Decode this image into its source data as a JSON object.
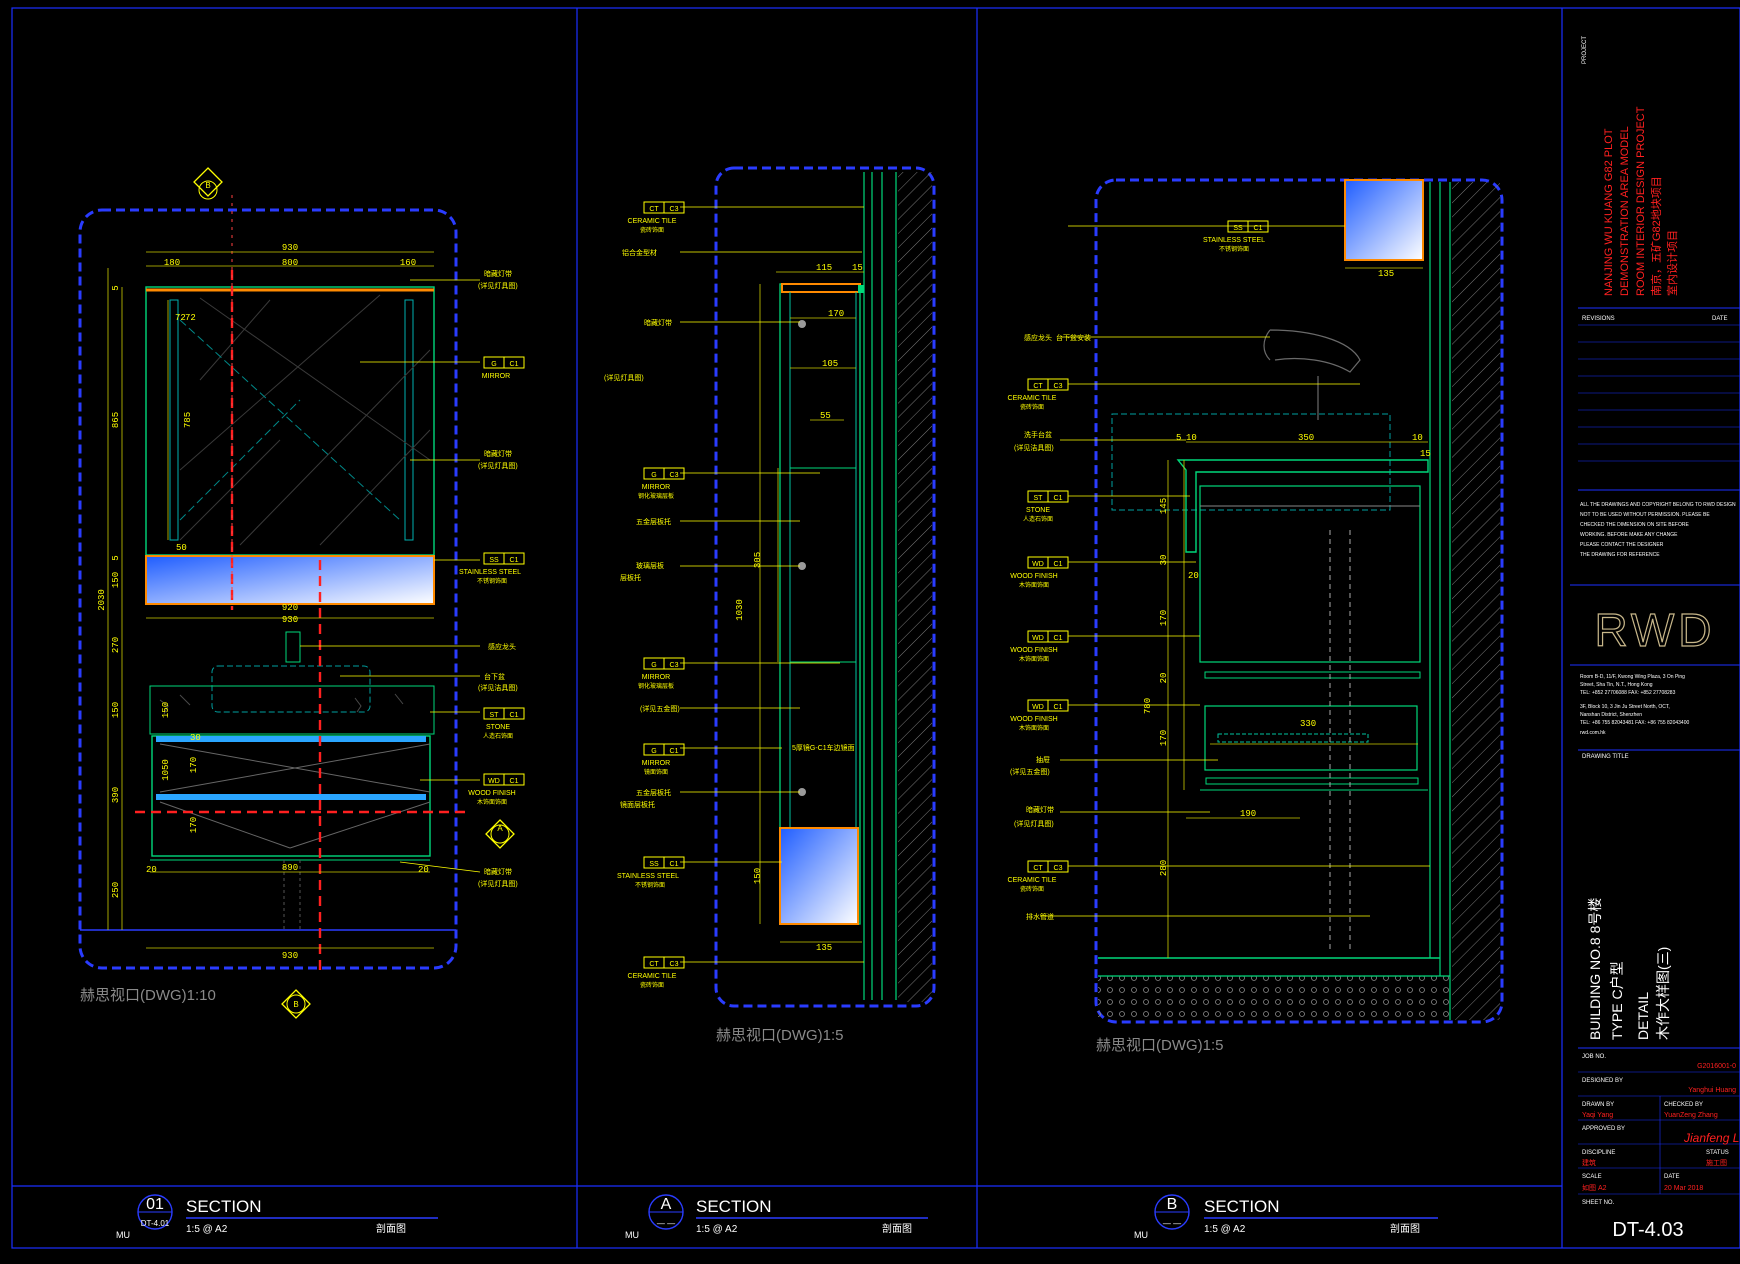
{
  "views": {
    "v01": {
      "viewport_label": "赫思视口(DWG)1:10",
      "dims": {
        "top_total": "930",
        "top_a": "180",
        "top_b": "800",
        "top_c": "160",
        "mirror_inner": "920",
        "basin_w": "930",
        "cab_w": "890",
        "bottom_total": "930",
        "left_total": "2030",
        "mirror_h": "865",
        "mirror_sub": "785",
        "g1": "5",
        "g2": "150",
        "g3": "5",
        "g4": "270",
        "g5": "150",
        "g6": "390",
        "g7": "250",
        "cab_a": "150",
        "cab_b": "1050",
        "cab_c": "170",
        "cab_d": "170",
        "side_a": "72",
        "side_b": "72",
        "m50": "50",
        "s20a": "20",
        "s20b": "20",
        "s30": "30"
      },
      "tags": [
        {
          "code": "G",
          "num": "C1",
          "name": "MIRROR"
        },
        {
          "code": "SS",
          "num": "C1",
          "name": "STAINLESS STEEL",
          "cn": "不锈钢饰面"
        },
        {
          "code": "ST",
          "num": "C1",
          "name": "STONE",
          "cn": "人造石饰面"
        },
        {
          "code": "WD",
          "num": "C1",
          "name": "WOOD FINISH",
          "cn": "木饰面饰面"
        }
      ],
      "notes": [
        "暗藏灯带",
        "(详见灯具图)",
        "暗藏灯带",
        "(详见灯具图)",
        "感应龙头",
        "台下盆",
        "(详见洁具图)",
        "暗藏灯带",
        "(详见灯具图)"
      ],
      "section_marks": [
        "A",
        "B"
      ]
    },
    "vA": {
      "viewport_label": "赫思视口(DWG)1:5",
      "dims": {
        "d115": "115",
        "d15": "15",
        "d170": "170",
        "d105": "105",
        "d55": "55",
        "d305": "305",
        "d1030": "1030",
        "d150": "150",
        "d135": "135"
      },
      "tags": [
        {
          "code": "CT",
          "num": "C3",
          "name": "CERAMIC TILE",
          "cn": "瓷砖饰面"
        },
        {
          "code": "G",
          "num": "C3",
          "name": "MIRROR",
          "cn": "钢化玻璃层板"
        },
        {
          "code": "G",
          "num": "C3",
          "name": "MIRROR",
          "cn": "钢化玻璃层板"
        },
        {
          "code": "G",
          "num": "C1",
          "name": "MIRROR",
          "cn": "镜面饰面"
        },
        {
          "code": "SS",
          "num": "C1",
          "name": "STAINLESS STEEL",
          "cn": "不锈钢饰面"
        },
        {
          "code": "CT",
          "num": "C3",
          "name": "CERAMIC TILE",
          "cn": "瓷砖饰面"
        }
      ],
      "notes": [
        "铝合金型材",
        "暗藏灯带",
        "(详见灯具图)",
        "五金层板托",
        "玻璃层板",
        "层板托",
        "(详见五金图)",
        "五金层板托",
        "镜面层板托",
        "层板托"
      ],
      "leader_text": "5厚镜G-C1车边镜面"
    },
    "vB": {
      "viewport_label": "赫思视口(DWG)1:5",
      "dims": {
        "d135": "135",
        "d350": "350",
        "d10a": "10",
        "d10b": "10",
        "d5": "5",
        "d15": "15",
        "d145": "145",
        "d30": "30",
        "d20a": "20",
        "d170a": "170",
        "d20b": "20",
        "d780": "780",
        "d170b": "170",
        "d330": "330",
        "d190": "190",
        "d280": "280"
      },
      "tags": [
        {
          "code": "SS",
          "num": "C1",
          "name": "STAINLESS STEEL",
          "cn": "不锈钢饰面"
        },
        {
          "code": "CT",
          "num": "C3",
          "name": "CERAMIC TILE",
          "cn": "瓷砖饰面"
        },
        {
          "code": "ST",
          "num": "C1",
          "name": "STONE",
          "cn": "人造石饰面"
        },
        {
          "code": "WD",
          "num": "C1",
          "name": "WOOD FINISH",
          "cn": "木饰面饰面"
        },
        {
          "code": "WD",
          "num": "C1",
          "name": "WOOD FINISH",
          "cn": "木饰面饰面"
        },
        {
          "code": "WD",
          "num": "C1",
          "name": "WOOD FINISH",
          "cn": "木饰面饰面"
        },
        {
          "code": "CT",
          "num": "C3",
          "name": "CERAMIC TILE",
          "cn": "瓷砖饰面"
        }
      ],
      "notes": [
        "感应龙头",
        "台下盆安装",
        "洗手台盆",
        "(详见洁具图)",
        "抽屉",
        "(详见五金图)",
        "暗藏灯带",
        "(详见灯具图)",
        "排水管道"
      ]
    }
  },
  "titles": [
    {
      "num": "01",
      "title": "SECTION",
      "scale": "1:5 @ A2",
      "ref": "DT-4.01",
      "cn": "剖面图",
      "side": "MU"
    },
    {
      "num": "A",
      "title": "SECTION",
      "scale": "1:5 @ A2",
      "ref": "— —",
      "cn": "剖面图",
      "side": "MU"
    },
    {
      "num": "B",
      "title": "SECTION",
      "scale": "1:5 @ A2",
      "ref": "— —",
      "cn": "剖面图",
      "side": "MU"
    }
  ],
  "title_block": {
    "project_label": "PROJECT",
    "project_lines": [
      "NANJING  WU KUANG G82 PLOT",
      "DEMONSTRATION  AREA  MODEL",
      "ROOM INTERIOR DESIGN PROJECT",
      "南京，五矿G82地块项目",
      "室内设计项目"
    ],
    "revisions_label": "REVISIONS",
    "date_label": "DATE",
    "disclaimer": [
      "ALL THE DRAWINGS AND COPYRIGHT BELONG TO RWD DESIGN",
      "NOT TO BE USED WITHOUT PERMISSION. PLEASE BE",
      "CHECKED THE DIMENSION ON SITE BEFORE",
      "WORKING. BEFORE MAKE ANY CHANGE",
      "PLEASE CONTACT THE DESIGNER",
      "THE DRAWING FOR REFERENCE"
    ],
    "logo": "RWD",
    "address": [
      "Room B-D, 11/F, Kwong Wing Plaza, 3 On Ping",
      "Street, Sha Tin, N.T., Hong Kong",
      "TEL: +852 27706088   FAX: +852 27708283",
      "3F, Block 10, 3 Jin Ju Street North, OCT,",
      "Nanshan District, Shenzhen",
      "TEL: +86 755 82043481   FAX: +86 755 82043400",
      "rwd.com.hk"
    ],
    "drawing_title_label": "DRAWING TITLE",
    "building": "BUILDING NO.8 8号楼",
    "type": "TYPE  C户型",
    "detail": "DETAIL",
    "detail_cn": "木作大样图(三)",
    "rows": [
      {
        "label": "JOB NO.",
        "value": "G2016001-0"
      },
      {
        "label": "DESIGNED BY",
        "value": "Yanghui Huang"
      },
      {
        "label": "DRAWN BY",
        "value": "Yaqi Yang"
      },
      {
        "label": "CHECKED BY",
        "value": "YuanZeng Zhang"
      },
      {
        "label": "APPROVED BY",
        "value": "Jianfeng Luo"
      },
      {
        "label": "DISCIPLINE",
        "value": "建筑"
      },
      {
        "label": "STATUS",
        "value": "施工图"
      },
      {
        "label": "SCALE",
        "value": "如图 A2"
      },
      {
        "label": "DATE",
        "value": "20 Mar 2018"
      },
      {
        "label": "SHEET NO.",
        "value": "DT-4.03"
      }
    ]
  }
}
